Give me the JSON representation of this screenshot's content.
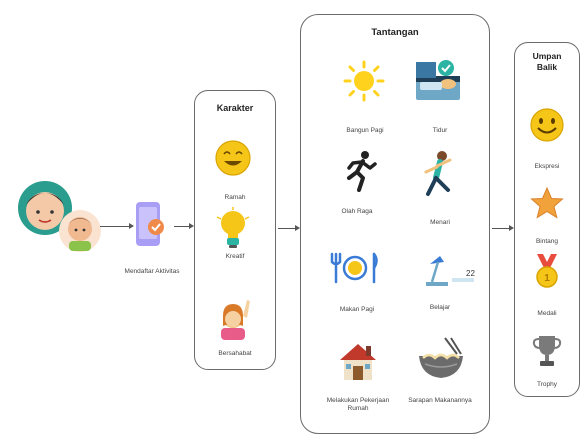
{
  "start": {
    "label": "Mendaftar Aktivitas"
  },
  "karakter": {
    "title": "Karakter",
    "items": [
      {
        "label": "Ramah",
        "icon": "smiley-icon"
      },
      {
        "label": "Kreatif",
        "icon": "lightbulb-icon"
      },
      {
        "label": "Bersahabat",
        "icon": "hand-raise-icon"
      }
    ]
  },
  "tantangan": {
    "title": "Tantangan",
    "items": [
      {
        "label": "Bangun Pagi",
        "icon": "sun-icon"
      },
      {
        "label": "Tidur",
        "icon": "sleep-icon"
      },
      {
        "label": "Olah Raga",
        "icon": "running-icon"
      },
      {
        "label": "Menari",
        "icon": "dance-icon"
      },
      {
        "label": "Makan Pagi",
        "icon": "meal-icon"
      },
      {
        "label": "Belajar",
        "icon": "desk-lamp-icon"
      },
      {
        "label": "Melakukan Pekerjaan Rumah",
        "icon": "house-icon"
      },
      {
        "label": "Sarapan Makanannya",
        "icon": "noodle-bowl-icon"
      }
    ]
  },
  "umpan_balik": {
    "title_line1": "Umpan",
    "title_line2": "Balik",
    "items": [
      {
        "label": "Ekspresi",
        "icon": "smiley-icon"
      },
      {
        "label": "Bintang",
        "icon": "star-icon"
      },
      {
        "label": "Medali",
        "icon": "medal-icon"
      },
      {
        "label": "Trophy",
        "icon": "trophy-icon"
      }
    ]
  },
  "colors": {
    "border": "#6b6b6b",
    "arrow": "#555555",
    "yellow": "#f5c518",
    "teal": "#2bb3a3"
  }
}
